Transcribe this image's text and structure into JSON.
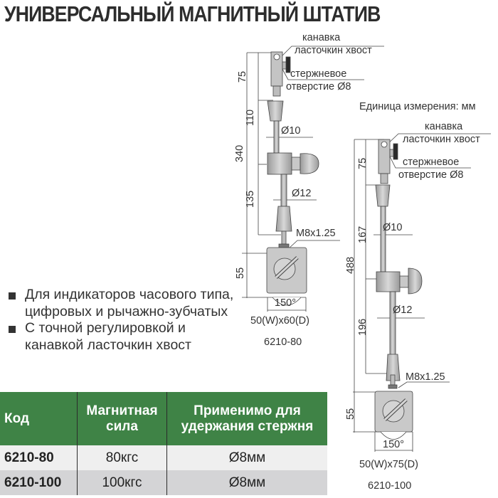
{
  "title": "УНИВЕРСАЛЬНЫЙ МАГНИТНЫЙ ШТАТИВ",
  "unit_note": "Единица измерения: мм",
  "features": [
    "Для индикаторов часового типа, цифровых и рычажно-зубчатых",
    "С точной регулировкой и канавкой ласточкин хвост"
  ],
  "table": {
    "header_color": "#3f8346",
    "headers": [
      "Код",
      "Магнитная сила",
      "Применимо для удержания стержня"
    ],
    "rows": [
      {
        "code": "6210-80",
        "force": "80кгс",
        "rod": "Ø8мм"
      },
      {
        "code": "6210-100",
        "force": "100кгс",
        "rod": "Ø8мм"
      }
    ]
  },
  "drawings": [
    {
      "model": "6210-80",
      "base_size": "50(W)x60(D)",
      "callout_groove_1": "канавка",
      "callout_groove_2": "ласточкин хвост",
      "callout_hole_1": "стержневое",
      "callout_hole_2": "отверстие Ø8",
      "dim_total": "340",
      "dim_top": "75",
      "dim_mid": "110",
      "dim_low": "135",
      "dim_base": "55",
      "dia_upper": "Ø10",
      "dia_lower": "Ø12",
      "thread": "M8x1.25",
      "angle": "150°"
    },
    {
      "model": "6210-100",
      "base_size": "50(W)x75(D)",
      "callout_groove_1": "канавка",
      "callout_groove_2": "ласточкин хвост",
      "callout_hole_1": "стержневое",
      "callout_hole_2": "отверстие Ø8",
      "dim_total": "488",
      "dim_top": "75",
      "dim_mid": "167",
      "dim_low": "196",
      "dim_base": "55",
      "dia_upper": "Ø10",
      "dia_lower": "Ø12",
      "thread": "M8x1.25",
      "angle": "150°"
    }
  ]
}
